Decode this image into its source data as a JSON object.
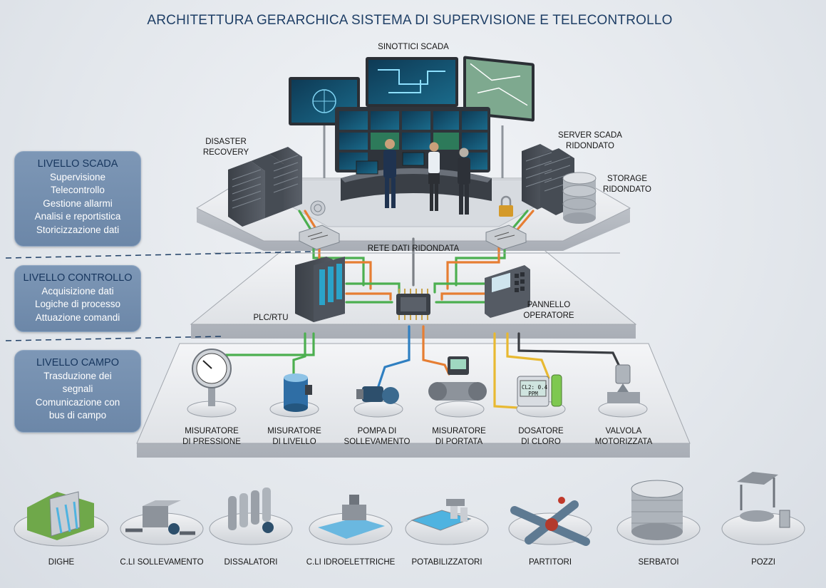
{
  "title": "ARCHITETTURA GERARCHICA SISTEMA DI SUPERVISIONE E TELECONTROLLO",
  "scada_area": {
    "monitors_label": "SINOTTICI SCADA",
    "disaster_recovery": [
      "DISASTER",
      "RECOVERY"
    ],
    "server_scada": [
      "SERVER SCADA",
      "RIDONDATO"
    ],
    "storage": [
      "STORAGE",
      "RIDONDATO"
    ],
    "panel_text": [
      "CL2: 0.4",
      "PPM"
    ]
  },
  "network_label": "RETE DATI RIDONDATA",
  "control_area": {
    "plc_label": "PLC/RTU",
    "panel_label": [
      "PANNELLO",
      "OPERATORE"
    ]
  },
  "field_devices": [
    {
      "lines": [
        "MISURATORE",
        "DI PRESSIONE"
      ],
      "icon": "pressure-gauge-icon"
    },
    {
      "lines": [
        "MISURATORE",
        "DI LIVELLO"
      ],
      "icon": "level-sensor-icon"
    },
    {
      "lines": [
        "POMPA DI",
        "SOLLEVAMENTO"
      ],
      "icon": "pump-icon"
    },
    {
      "lines": [
        "MISURATORE",
        "DI PORTATA"
      ],
      "icon": "flow-meter-icon"
    },
    {
      "lines": [
        "DOSATORE",
        "DI CLORO"
      ],
      "icon": "chlorine-doser-icon"
    },
    {
      "lines": [
        "VALVOLA",
        "MOTORIZZATA"
      ],
      "icon": "motorized-valve-icon"
    }
  ],
  "levels": [
    {
      "title": "LIVELLO SCADA",
      "items": [
        "Supervisione",
        "Telecontrollo",
        "Gestione allarmi",
        "Analisi e reportistica",
        "Storicizzazione dati"
      ]
    },
    {
      "title": "LIVELLO CONTROLLO",
      "items": [
        "Acquisizione dati",
        "Logiche di processo",
        "Attuazione comandi"
      ]
    },
    {
      "title": "LIVELLO CAMPO",
      "items": [
        "Trasduzione dei",
        "segnali",
        "Comunicazione con",
        "bus di campo"
      ]
    }
  ],
  "facilities": [
    {
      "label": "DIGHE",
      "icon": "dam-icon"
    },
    {
      "label": "C.LI SOLLEVAMENTO",
      "icon": "lifting-plant-icon"
    },
    {
      "label": "DISSALATORI",
      "icon": "desalination-icon"
    },
    {
      "label": "C.LI IDROELETTRICHE",
      "icon": "hydroelectric-icon"
    },
    {
      "label": "POTABILIZZATORI",
      "icon": "water-treatment-icon"
    },
    {
      "label": "PARTITORI",
      "icon": "pipe-splitter-icon"
    },
    {
      "label": "SERBATOI",
      "icon": "tank-icon"
    },
    {
      "label": "POZZI",
      "icon": "well-icon"
    }
  ]
}
